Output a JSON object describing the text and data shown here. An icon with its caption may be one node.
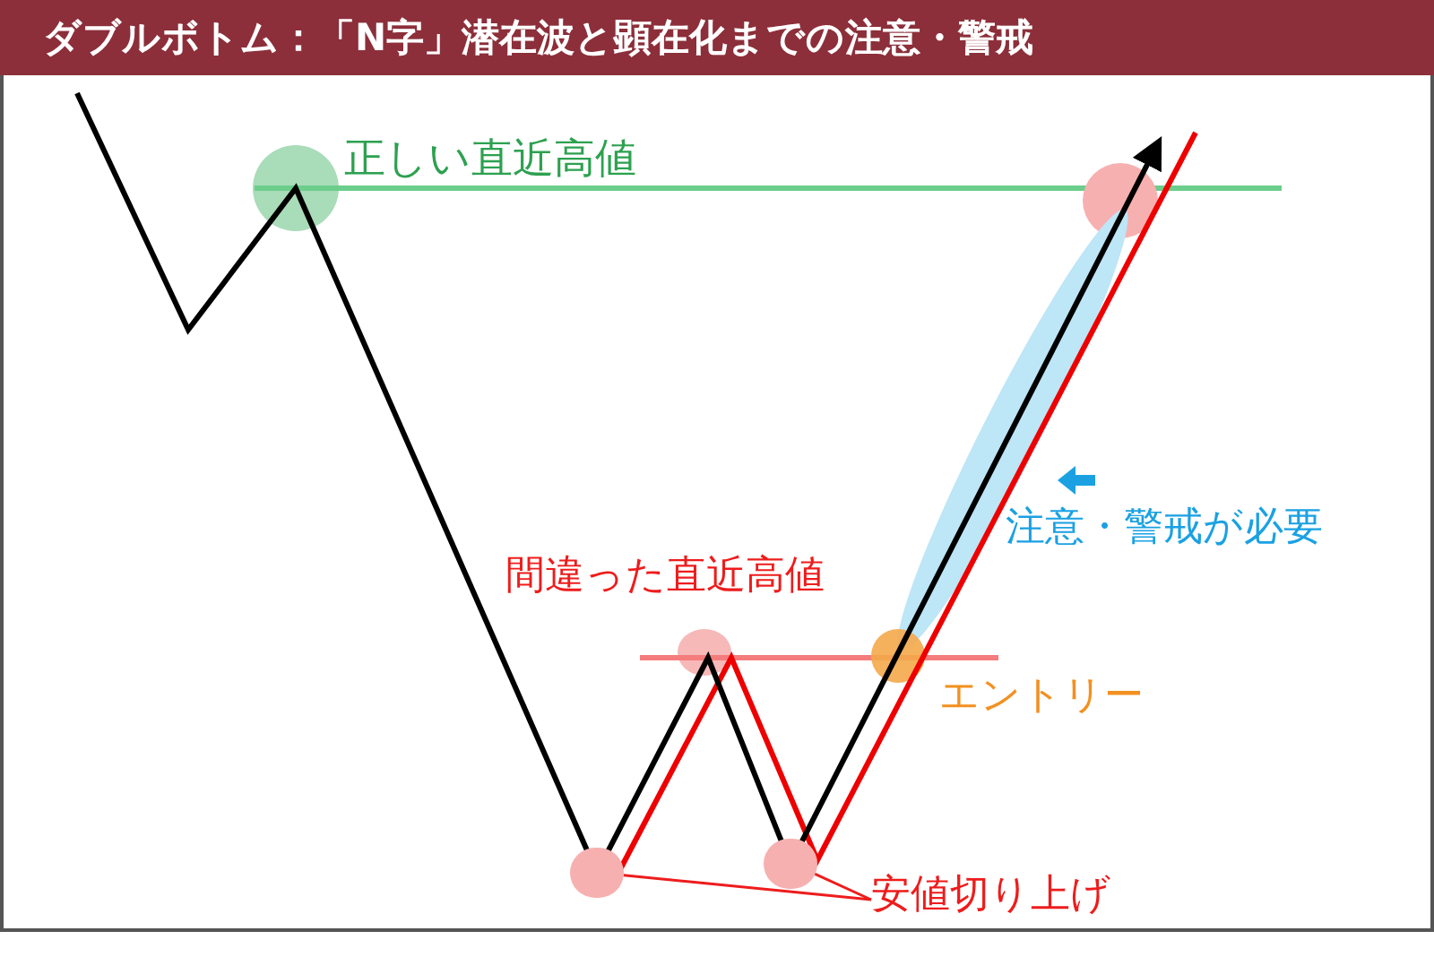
{
  "diagram": {
    "title": "ダブルボトム：「N字」潜在波と顕在化までの注意・警戒",
    "nodes": [
      {
        "text": [
          "安値切り上げ"
        ]
      },
      {
        "text": [],
        "shape": "circle"
      },
      {
        "text": [],
        "shape": "circle"
      }
    ],
    "edges": [
      {
        "from": 0,
        "to": 1,
        "arrow": "none"
      },
      {
        "from": 0,
        "to": 2,
        "arrow": "none"
      }
    ],
    "labels": [
      "正しい直近高値",
      "間違った直近高値",
      "エントリー",
      "注意・警戒が必要"
    ]
  }
}
